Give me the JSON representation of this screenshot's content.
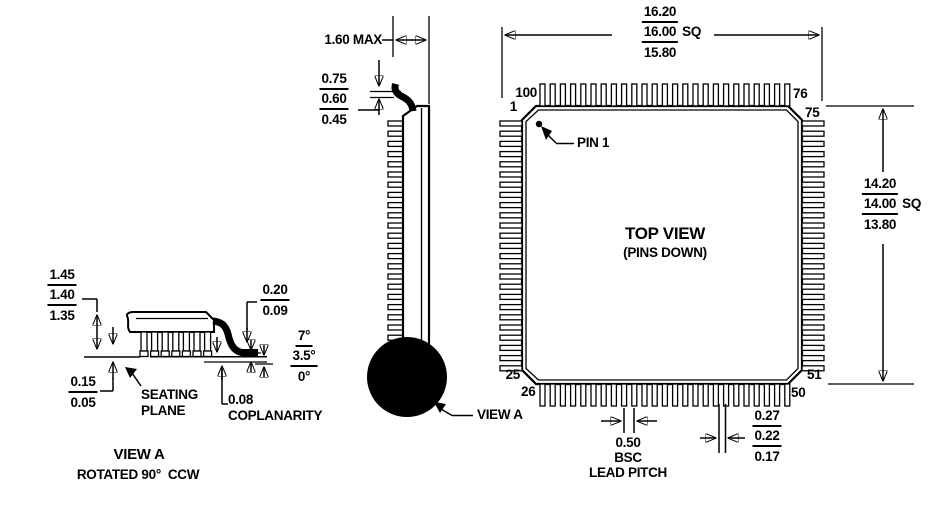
{
  "drawing": {
    "side_view": {
      "thickness_label": "1.60 MAX",
      "foot_length": {
        "max": "0.75",
        "nom": "0.60",
        "min": "0.45"
      },
      "view_a_callout": "VIEW A"
    },
    "top_view": {
      "title": "TOP VIEW",
      "subtitle": "(PINS DOWN)",
      "pin1_label": "PIN 1",
      "pins_per_side": 25,
      "width_dim": {
        "max": "16.20",
        "nom": "16.00",
        "suffix": "SQ",
        "min": "15.80"
      },
      "height_dim": {
        "max": "14.20",
        "nom": "14.00",
        "suffix": "SQ",
        "min": "13.80"
      },
      "pin_numbers": {
        "p100": "100",
        "p1": "1",
        "p76": "76",
        "p75": "75",
        "p25": "25",
        "p26": "26",
        "p51": "51",
        "p50": "50"
      },
      "lead_pitch": {
        "value": "0.50",
        "qualifier": "BSC",
        "label": "LEAD PITCH"
      },
      "lead_width": {
        "max": "0.27",
        "nom": "0.22",
        "min": "0.17"
      }
    },
    "detail_view": {
      "title": "VIEW A",
      "subtitle": "ROTATED 90°  CCW",
      "overall_height": {
        "max": "1.45",
        "nom": "1.40",
        "min": "1.35"
      },
      "standoff": {
        "max": "0.15",
        "min": "0.05"
      },
      "seating_plane": {
        "line1": "SEATING",
        "line2": "PLANE"
      },
      "coplanarity": {
        "value": "0.08",
        "label": "COPLANARITY"
      },
      "lead_thickness": {
        "max": "0.20",
        "min": "0.09"
      },
      "lead_angle": {
        "max": "7°",
        "nom": "3.5°",
        "min": "0°"
      }
    }
  }
}
